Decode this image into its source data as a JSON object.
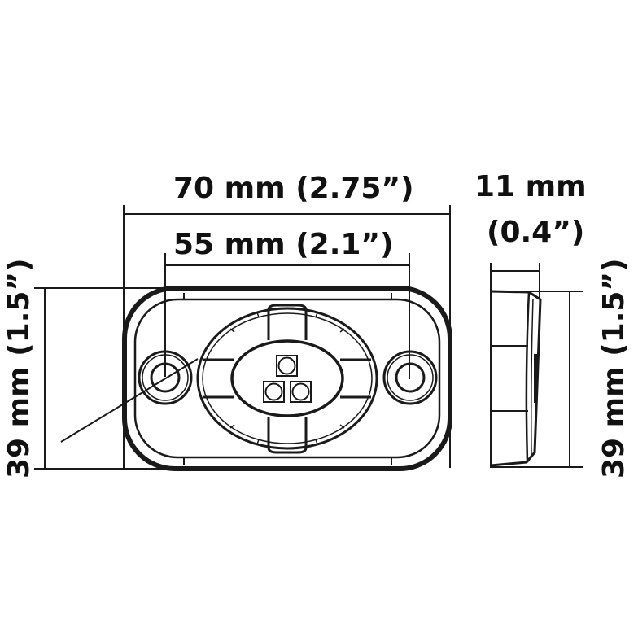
{
  "diagram": {
    "type": "technical-dimension-drawing",
    "subject": "LED rock light / pod light, front and side views",
    "colors": {
      "line": "#1a1a1a",
      "background": "#ffffff"
    },
    "dimensions": {
      "overall_width": {
        "label": "70 mm (2.75”)",
        "mm": 70,
        "in": 2.75
      },
      "mount_spacing": {
        "label": "55 mm (2.1”)",
        "mm": 55,
        "in": 2.1
      },
      "height_front": {
        "label": "39 mm (1.5”)",
        "mm": 39,
        "in": 1.5
      },
      "depth": {
        "line1": "11 mm",
        "line2": "(0.4”)",
        "mm": 11,
        "in": 0.4
      },
      "height_side": {
        "label": "39 mm (1.5”)",
        "mm": 39,
        "in": 1.5
      }
    },
    "features": {
      "led_count": 3,
      "mounting_holes": 2
    }
  }
}
